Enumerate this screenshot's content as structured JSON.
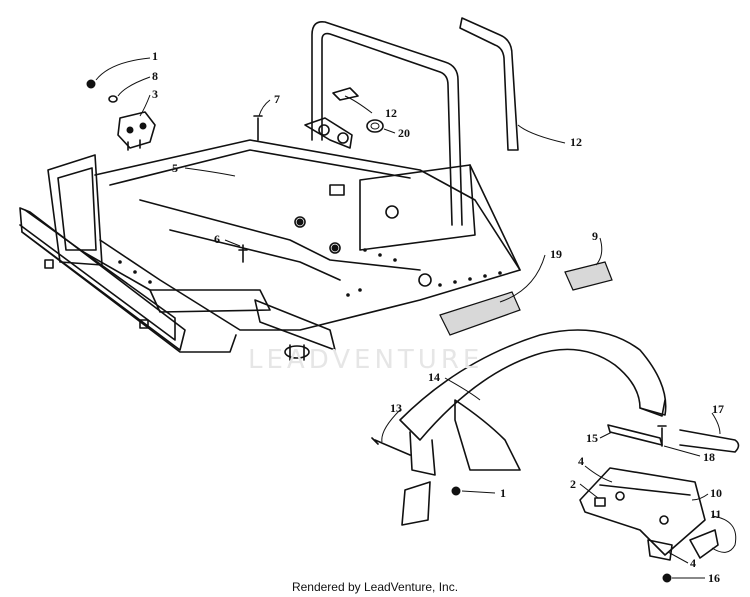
{
  "watermark": "LEADVENTURE",
  "footer": "Rendered by LeadVenture, Inc.",
  "callouts": [
    "1",
    "8",
    "3",
    "7",
    "12",
    "20",
    "12",
    "5",
    "6",
    "9",
    "19",
    "14",
    "13",
    "17",
    "15",
    "18",
    "4",
    "2",
    "1",
    "10",
    "11",
    "4",
    "16"
  ]
}
